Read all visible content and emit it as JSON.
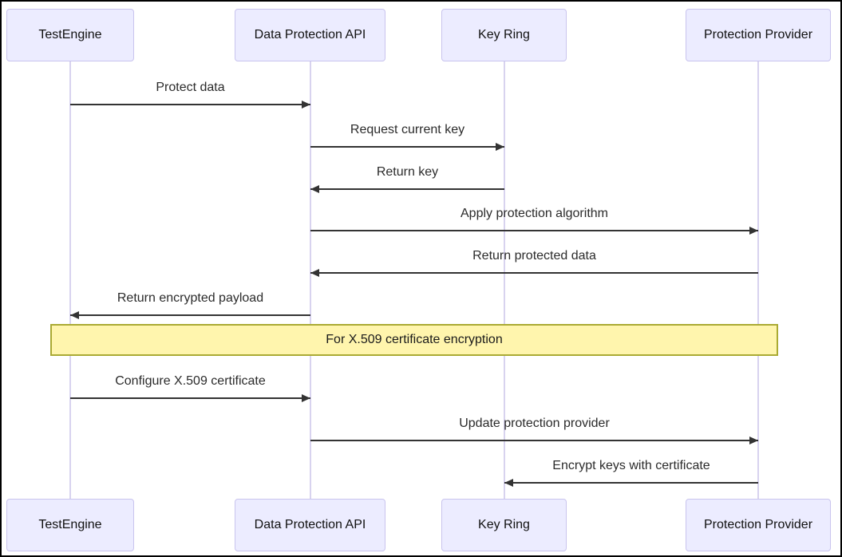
{
  "diagram_type": "sequence-diagram",
  "actors": [
    {
      "name": "TestEngine"
    },
    {
      "name": "Data Protection API"
    },
    {
      "name": "Key Ring"
    },
    {
      "name": "Protection Provider"
    }
  ],
  "messages": [
    {
      "from": "TestEngine",
      "to": "Data Protection API",
      "label": "Protect data",
      "direction": "right",
      "line": "solid"
    },
    {
      "from": "Data Protection API",
      "to": "Key Ring",
      "label": "Request current key",
      "direction": "right",
      "line": "solid"
    },
    {
      "from": "Key Ring",
      "to": "Data Protection API",
      "label": "Return key",
      "direction": "left",
      "line": "solid"
    },
    {
      "from": "Data Protection API",
      "to": "Protection Provider",
      "label": "Apply protection algorithm",
      "direction": "right",
      "line": "solid"
    },
    {
      "from": "Protection Provider",
      "to": "Data Protection API",
      "label": "Return protected data",
      "direction": "left",
      "line": "solid"
    },
    {
      "from": "Data Protection API",
      "to": "TestEngine",
      "label": "Return encrypted payload",
      "direction": "left",
      "line": "solid"
    },
    {
      "from": "TestEngine",
      "to": "Data Protection API",
      "label": "Configure X.509 certificate",
      "direction": "right",
      "line": "solid"
    },
    {
      "from": "Data Protection API",
      "to": "Protection Provider",
      "label": "Update protection provider",
      "direction": "right",
      "line": "solid"
    },
    {
      "from": "Protection Provider",
      "to": "Key Ring",
      "label": "Encrypt keys with certificate",
      "direction": "left",
      "line": "solid"
    }
  ],
  "note": {
    "text": "For X.509 certificate encryption"
  },
  "colors": {
    "actor_fill": "#ececff",
    "actor_border": "#c9c4ee",
    "lifeline": "#d8d3ef",
    "arrow": "#333333",
    "note_fill": "#fff5ad",
    "note_border": "#aaaa33",
    "frame": "#000000"
  }
}
